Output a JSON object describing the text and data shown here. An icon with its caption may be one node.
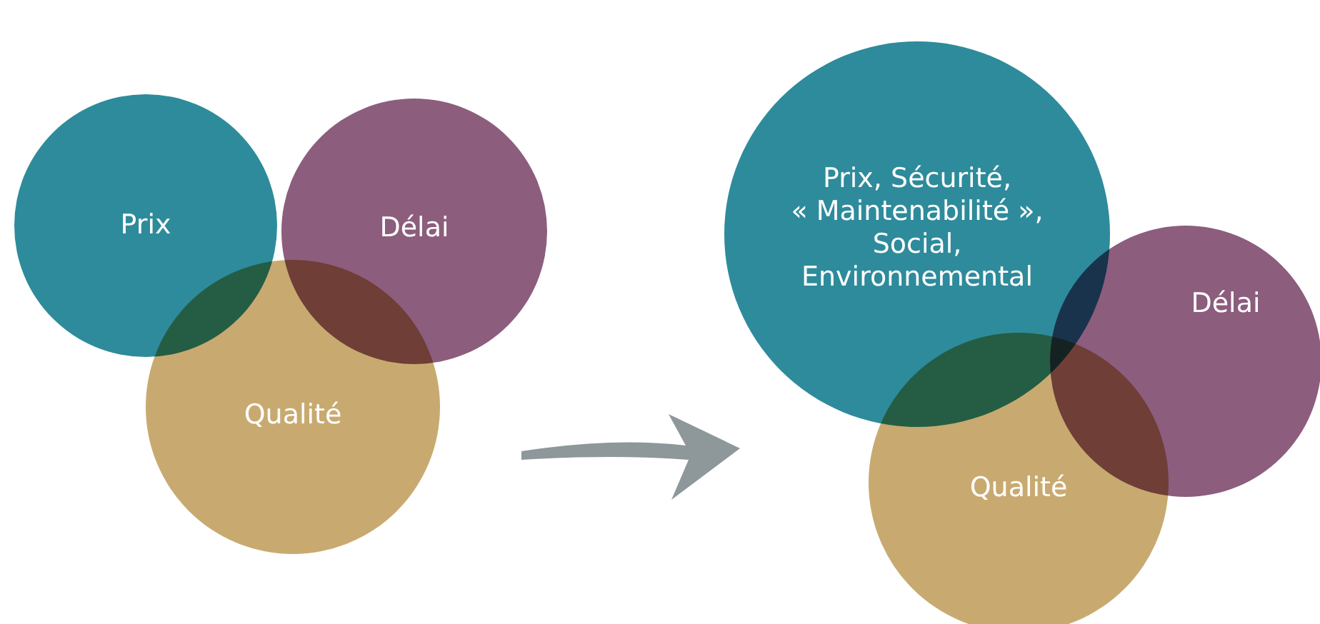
{
  "diagram": {
    "nodes": [
      {
        "text": [
          "Prix"
        ]
      },
      {
        "text": [
          "Délai"
        ]
      },
      {
        "text": [
          "Qualité"
        ]
      },
      {
        "text": [
          "Prix, Sécurité, « Maintenabilité », Social, Environnemental"
        ]
      },
      {
        "text": [
          "Délai"
        ]
      },
      {
        "text": [
          "Qualité"
        ]
      }
    ]
  }
}
